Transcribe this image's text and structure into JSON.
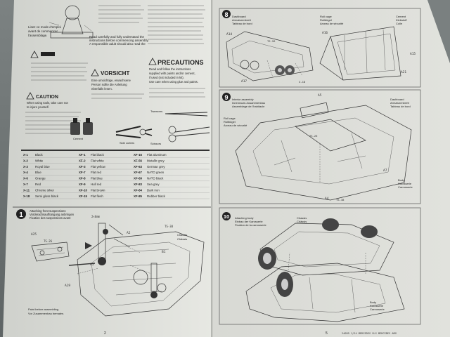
{
  "manual": {
    "left_page": {
      "page_number": "2",
      "intro_en": [
        "Read carefully and fully understand the",
        "instructions before commencing assembly.",
        "A responsible adult should also read the"
      ],
      "intro_fr": [
        "Lisez ce mode d'emploi",
        "avant de commencer",
        "l'assemblage."
      ],
      "warning": {
        "title": "VORSICHT",
        "lines": [
          "Eine umsichtige, erwachsene",
          "Person sollte die Anleitung",
          "ebenfalls lesen."
        ]
      },
      "precautions": {
        "title": "PRECAUTIONS",
        "lines": [
          "Read and follow the instructions",
          "supplied with paints and/or cement,",
          "if used (not included in kit).",
          "Use care when using glue and paints."
        ]
      },
      "caution": {
        "title": "CAUTION",
        "lines": [
          "When using tools, take care not",
          "to injure yourself."
        ]
      },
      "tools": [
        {
          "label": "Cement",
          "icon": "cement-bottle-icon"
        },
        {
          "label": "Side cutters",
          "icon": "side-cutters-icon"
        },
        {
          "label": "Tweezers",
          "icon": "tweezers-icon"
        },
        {
          "label": "Scissors",
          "icon": "scissors-icon"
        }
      ],
      "paint_table": {
        "rows": [
          [
            "X-1",
            "Black",
            "XF-1",
            "Flat black",
            "XF-16",
            "Flat aluminum"
          ],
          [
            "X-2",
            "White",
            "XF-2",
            "Flat white",
            "XF-56",
            "Metallic grey"
          ],
          [
            "X-3",
            "Royal blue",
            "XF-3",
            "Flat yellow",
            "XF-63",
            "German grey"
          ],
          [
            "X-4",
            "Blue",
            "XF-7",
            "Flat red",
            "XF-67",
            "NATO green"
          ],
          [
            "X-6",
            "Orange",
            "XF-8",
            "Flat blue",
            "XF-69",
            "NATO black"
          ],
          [
            "X-7",
            "Red",
            "XF-9",
            "Hull red",
            "XF-83",
            "Sea grey"
          ],
          [
            "X-11",
            "Chrome silver",
            "XF-10",
            "Flat brown",
            "XF-84",
            "Dark iron"
          ],
          [
            "X-18",
            "Semi gloss black",
            "XF-15",
            "Flat flesh",
            "XF-85",
            "Rubber black"
          ]
        ]
      },
      "step": {
        "number": "1",
        "title": [
          "Attaching front suspensions",
          "Vorderachsaufhängung anbringen",
          "Fixation des suspensions avant"
        ],
        "chassis_label": [
          "Chassis",
          "Châssis"
        ],
        "parts": [
          "A25",
          "A19",
          "A3",
          "A2",
          "B1",
          "TS-26",
          "TS-38"
        ],
        "screw_label": "2×6mm",
        "bottom_note": [
          "Paint before assembling.",
          "Vor Zusammenbau bemalen."
        ]
      }
    },
    "right_page": {
      "page_number": "5",
      "footer": "24099 1/24 MERCEDES SLS MERCEDES AMG",
      "steps": [
        {
          "number": "8",
          "title": [
            "Dashboard",
            "Armaturenbrett",
            "Tableau de bord"
          ],
          "side_title": [
            "Roll cage",
            "Rollbügel",
            "Arceau de sécurité"
          ],
          "legend": [
            "Cement",
            "Klebstoff",
            "Colle"
          ],
          "parts": [
            "A14",
            "A17",
            "A16",
            "A15",
            "A21",
            "TS-26",
            "X-18"
          ]
        },
        {
          "number": "9",
          "title": [
            "Interior assembly",
            "Innenraum-Zusammenbau",
            "Assemblage de l'habitacle"
          ],
          "side_title": [
            "Dashboard",
            "Armaturenbrett",
            "Tableau de bord"
          ],
          "left_label": [
            "Roll cage",
            "Rollbügel",
            "Arceau de sécurité"
          ],
          "body_label": [
            "Body",
            "Karosserie",
            "Carrosserie"
          ],
          "parts": [
            "A5",
            "A7",
            "A4",
            "TS-26",
            "TS-38"
          ]
        },
        {
          "number": "10",
          "title": [
            "Attaching body",
            "Einbau der Karosserie",
            "Fixation de la carrosserie"
          ],
          "chassis_label": [
            "Chassis",
            "Châssis"
          ],
          "body_label": [
            "Body",
            "Karosserie",
            "Carrosserie"
          ]
        }
      ]
    }
  }
}
